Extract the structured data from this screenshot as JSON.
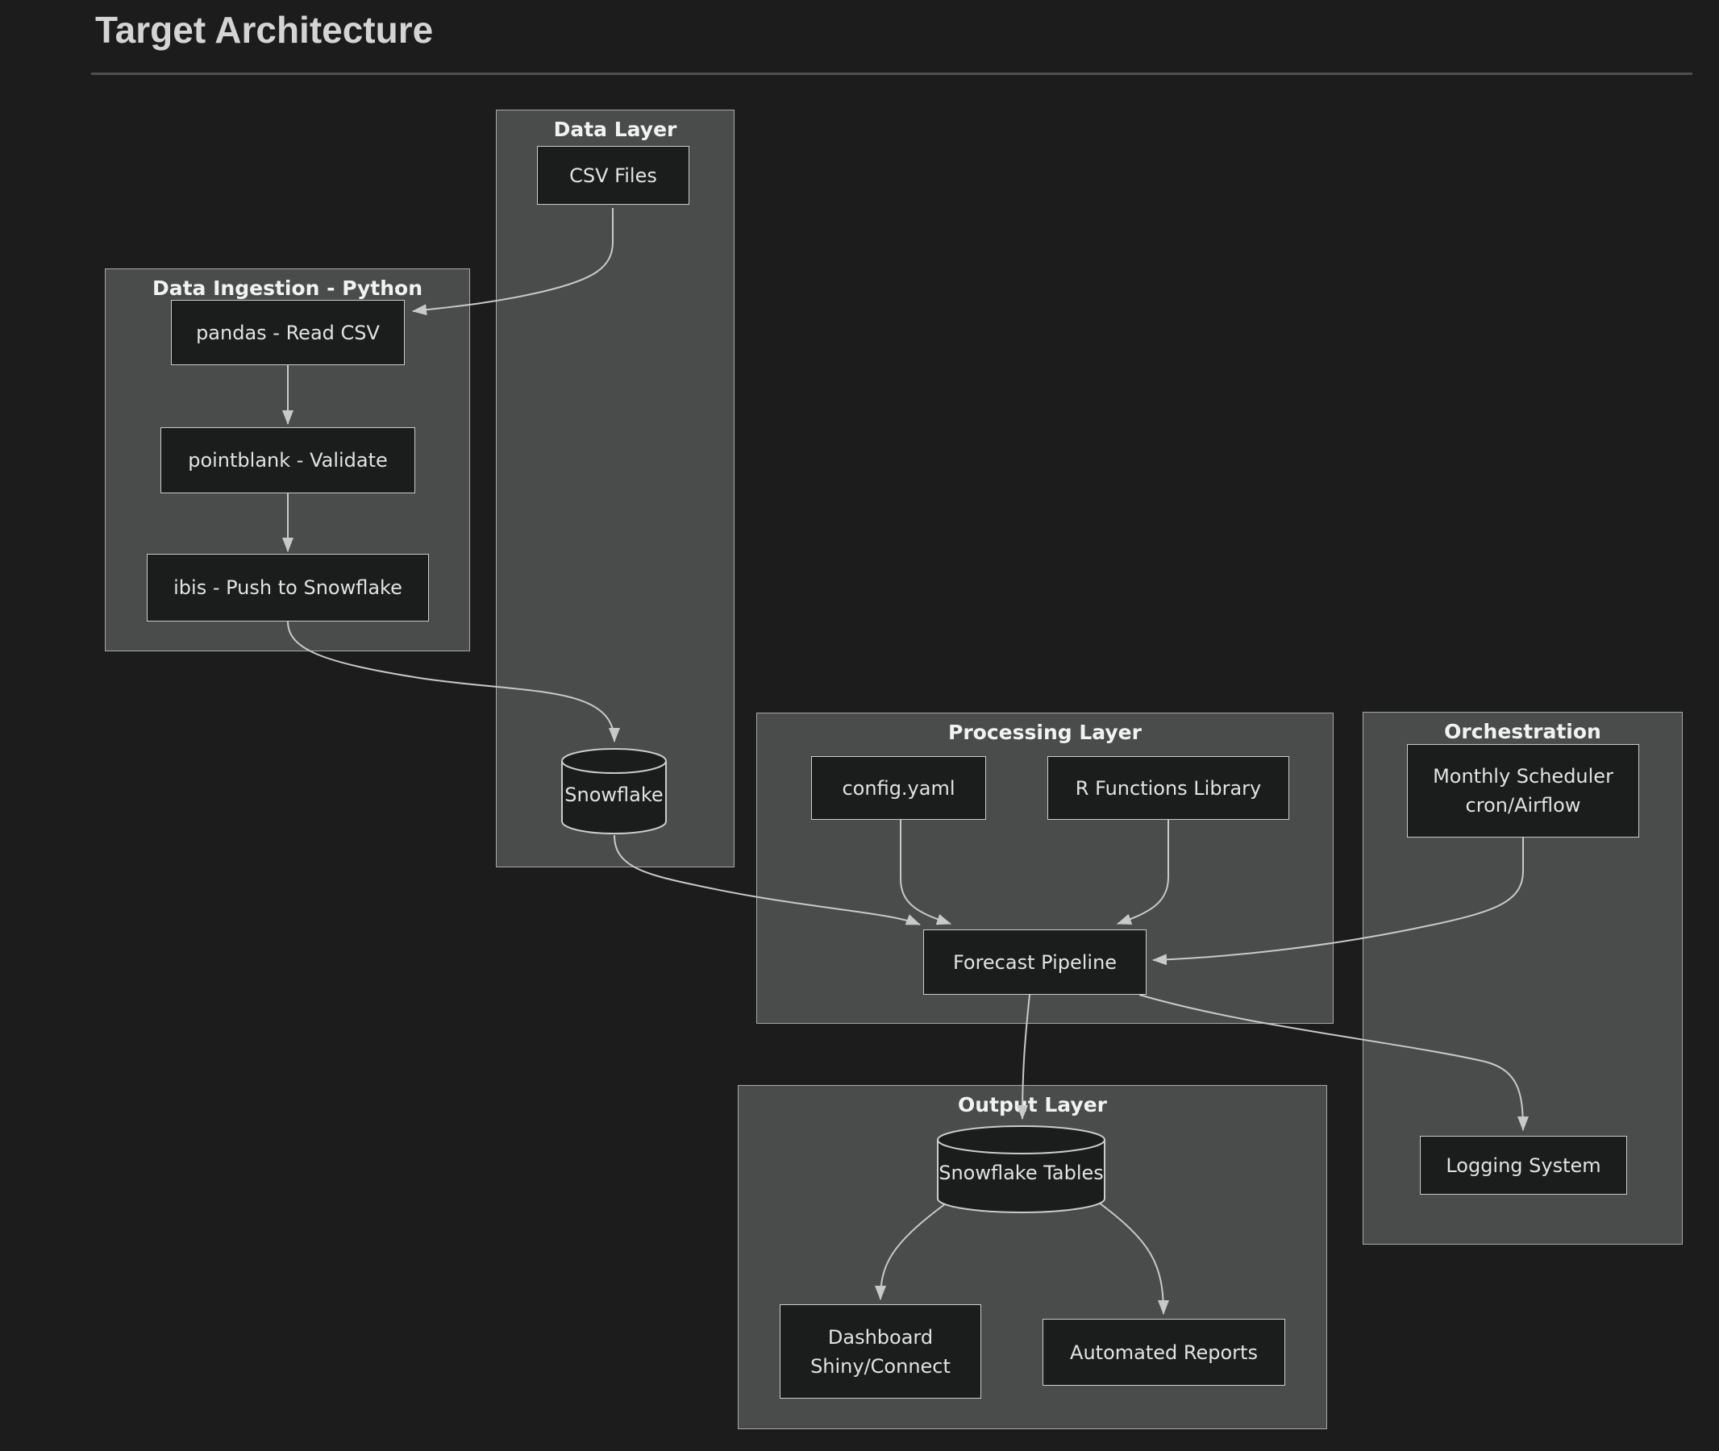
{
  "page": {
    "title": "Target Architecture"
  },
  "colors": {
    "background": "#1c1c1c",
    "cluster_fill": "#4a4b4b",
    "cluster_border": "#a8a8a8",
    "node_fill": "#1b1d1d",
    "node_border": "#c9cccc",
    "node_text": "#e2e2e2",
    "cluster_label": "#f2f2f2",
    "edge": "#c9c9c9",
    "title_text": "#d4d4d4"
  },
  "diagram": {
    "clusters": {
      "data_layer": {
        "label": "Data Layer"
      },
      "ingestion": {
        "label": "Data Ingestion - Python"
      },
      "processing": {
        "label": "Processing Layer"
      },
      "orchestration": {
        "label": "Orchestration"
      },
      "output": {
        "label": "Output Layer"
      }
    },
    "nodes": {
      "csv_files": {
        "label": "CSV Files",
        "shape": "rect",
        "cluster": "data_layer"
      },
      "snowflake": {
        "label": "Snowflake",
        "shape": "cylinder",
        "cluster": "data_layer"
      },
      "pandas": {
        "label": "pandas - Read CSV",
        "shape": "rect",
        "cluster": "ingestion"
      },
      "pointblank": {
        "label": "pointblank - Validate",
        "shape": "rect",
        "cluster": "ingestion"
      },
      "ibis": {
        "label": "ibis - Push to Snowflake",
        "shape": "rect",
        "cluster": "ingestion"
      },
      "config_yaml": {
        "label": "config.yaml",
        "shape": "rect",
        "cluster": "processing"
      },
      "r_functions": {
        "label": "R Functions Library",
        "shape": "rect",
        "cluster": "processing"
      },
      "forecast": {
        "label": "Forecast Pipeline",
        "shape": "rect",
        "cluster": "processing"
      },
      "scheduler": {
        "label": "Monthly Scheduler",
        "label2": "cron/Airflow",
        "shape": "rect",
        "cluster": "orchestration"
      },
      "logging": {
        "label": "Logging System",
        "shape": "rect",
        "cluster": "orchestration"
      },
      "snowflake_tables": {
        "label": "Snowflake Tables",
        "shape": "cylinder",
        "cluster": "output"
      },
      "dashboard": {
        "label": "Dashboard",
        "label2": "Shiny/Connect",
        "shape": "rect",
        "cluster": "output"
      },
      "reports": {
        "label": "Automated Reports",
        "shape": "rect",
        "cluster": "output"
      }
    },
    "edges": [
      {
        "from": "csv_files",
        "to": "pandas"
      },
      {
        "from": "pandas",
        "to": "pointblank"
      },
      {
        "from": "pointblank",
        "to": "ibis"
      },
      {
        "from": "ibis",
        "to": "snowflake"
      },
      {
        "from": "snowflake",
        "to": "forecast"
      },
      {
        "from": "config_yaml",
        "to": "forecast"
      },
      {
        "from": "r_functions",
        "to": "forecast"
      },
      {
        "from": "scheduler",
        "to": "forecast"
      },
      {
        "from": "forecast",
        "to": "snowflake_tables"
      },
      {
        "from": "forecast",
        "to": "logging"
      },
      {
        "from": "snowflake_tables",
        "to": "dashboard"
      },
      {
        "from": "snowflake_tables",
        "to": "reports"
      }
    ]
  }
}
